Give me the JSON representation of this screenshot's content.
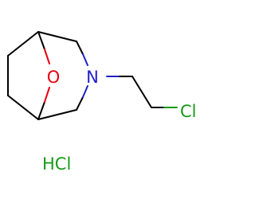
{
  "structure": {
    "atoms": {
      "oxygen": {
        "symbol": "O",
        "color": "#e8000f"
      },
      "nitrogen": {
        "symbol": "N",
        "color": "#1f1fc8"
      },
      "chlorine": {
        "symbol": "Cl",
        "color": "#159b15"
      }
    },
    "salt": {
      "label": "HCl",
      "color": "#159b15"
    },
    "bond_color": "#000000"
  }
}
